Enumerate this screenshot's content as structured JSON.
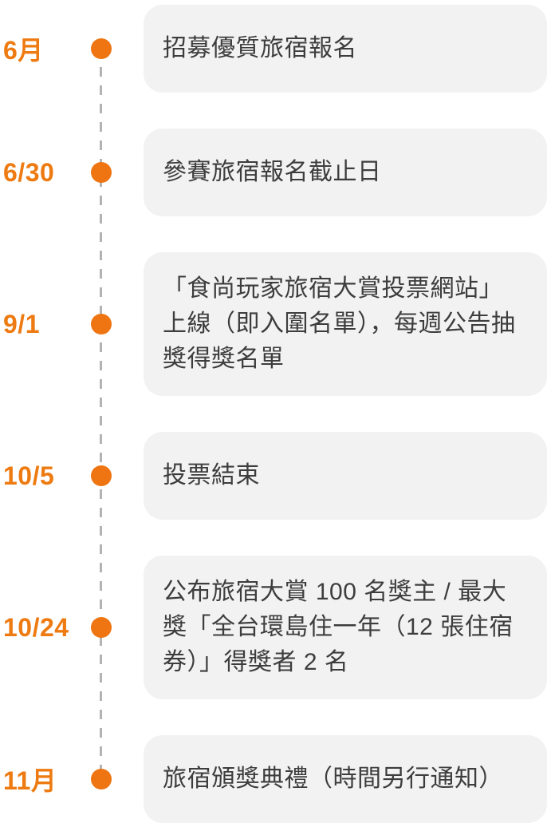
{
  "page": {
    "background_color": "#ffffff",
    "accent_color": "#ee7b11",
    "dot_color": "#ee7511",
    "line_color": "#b3b3b3",
    "card_background_color": "#f2f2f2",
    "card_text_color": "#3d3d3d"
  },
  "timeline": {
    "events": [
      {
        "date": "6月",
        "text": "招募優質旅宿報名"
      },
      {
        "date": "6/30",
        "text": "參賽旅宿報名截止日"
      },
      {
        "date": "9/1",
        "text": "「食尚玩家旅宿大賞投票網站」上線（即入圍名單），每週公告抽獎得獎名單"
      },
      {
        "date": "10/5",
        "text": "投票結束"
      },
      {
        "date": "10/24",
        "text": "公布旅宿大賞 100 名獎主 / 最大獎「全台環島住一年（12 張住宿券）」得獎者 2 名"
      },
      {
        "date": "11月",
        "text": "旅宿頒獎典禮（時間另行通知）"
      }
    ]
  }
}
